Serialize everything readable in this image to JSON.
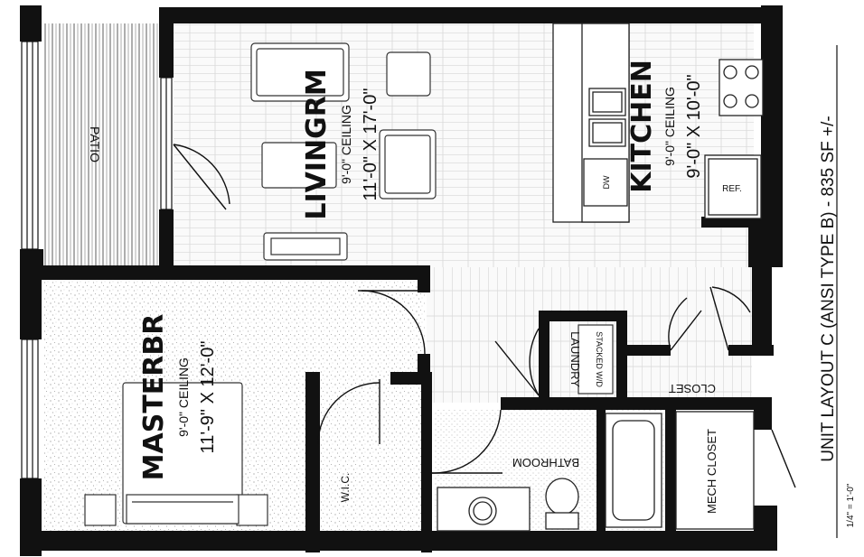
{
  "title": "UNIT LAYOUT C (ANSI TYPE B) - 835 SF +/-",
  "scale": "1/4\" = 1'-0\"",
  "rooms": {
    "patio": {
      "name": "PATIO"
    },
    "living": {
      "name": "LIVINGRM",
      "ceiling": "9'-0\" CEILING",
      "size": "11'-0\" X 17'-0\""
    },
    "kitchen": {
      "name": "KITCHEN",
      "ceiling": "9'-0\" CEILING",
      "size": "9'-0\" X 10'-0\""
    },
    "master": {
      "name": "MASTERBR",
      "ceiling": "9'-0\" CEILING",
      "size": "11'-9\" X 12'-0\""
    },
    "wic": {
      "name": "W.I.C."
    },
    "bathroom": {
      "name": "BATHROOM"
    },
    "laundry": {
      "name": "LAUNDRY",
      "appliance": "STACKED W/D"
    },
    "closet": {
      "name": "CLOSET"
    },
    "mech": {
      "name": "MECH CLOSET"
    }
  },
  "fixtures": {
    "dishwasher": "DW",
    "refrigerator": "REF."
  },
  "colors": {
    "wall": "#111111",
    "floor_line": "#c9c9c9",
    "carpet": "#9a9a9a"
  }
}
